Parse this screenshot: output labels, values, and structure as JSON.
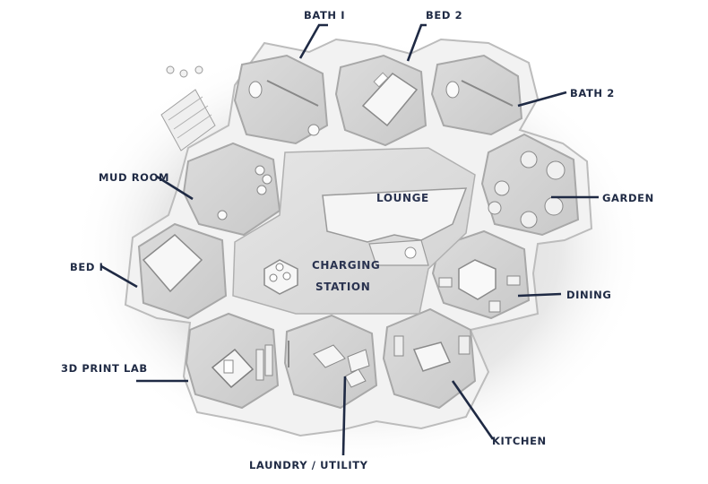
{
  "labels": {
    "bath1": "BATH I",
    "bed2": "BED 2",
    "bath2": "BATH 2",
    "mud_room": "MUD ROOM",
    "garden": "GARDEN",
    "bed1": "BED I",
    "dining": "DINING",
    "print_lab": "3D PRINT LAB",
    "laundry": "LAUNDRY / UTILITY",
    "kitchen": "KITCHEN",
    "lounge": "LOUNGE",
    "charging_1": "CHARGING",
    "charging_2": "STATION"
  }
}
